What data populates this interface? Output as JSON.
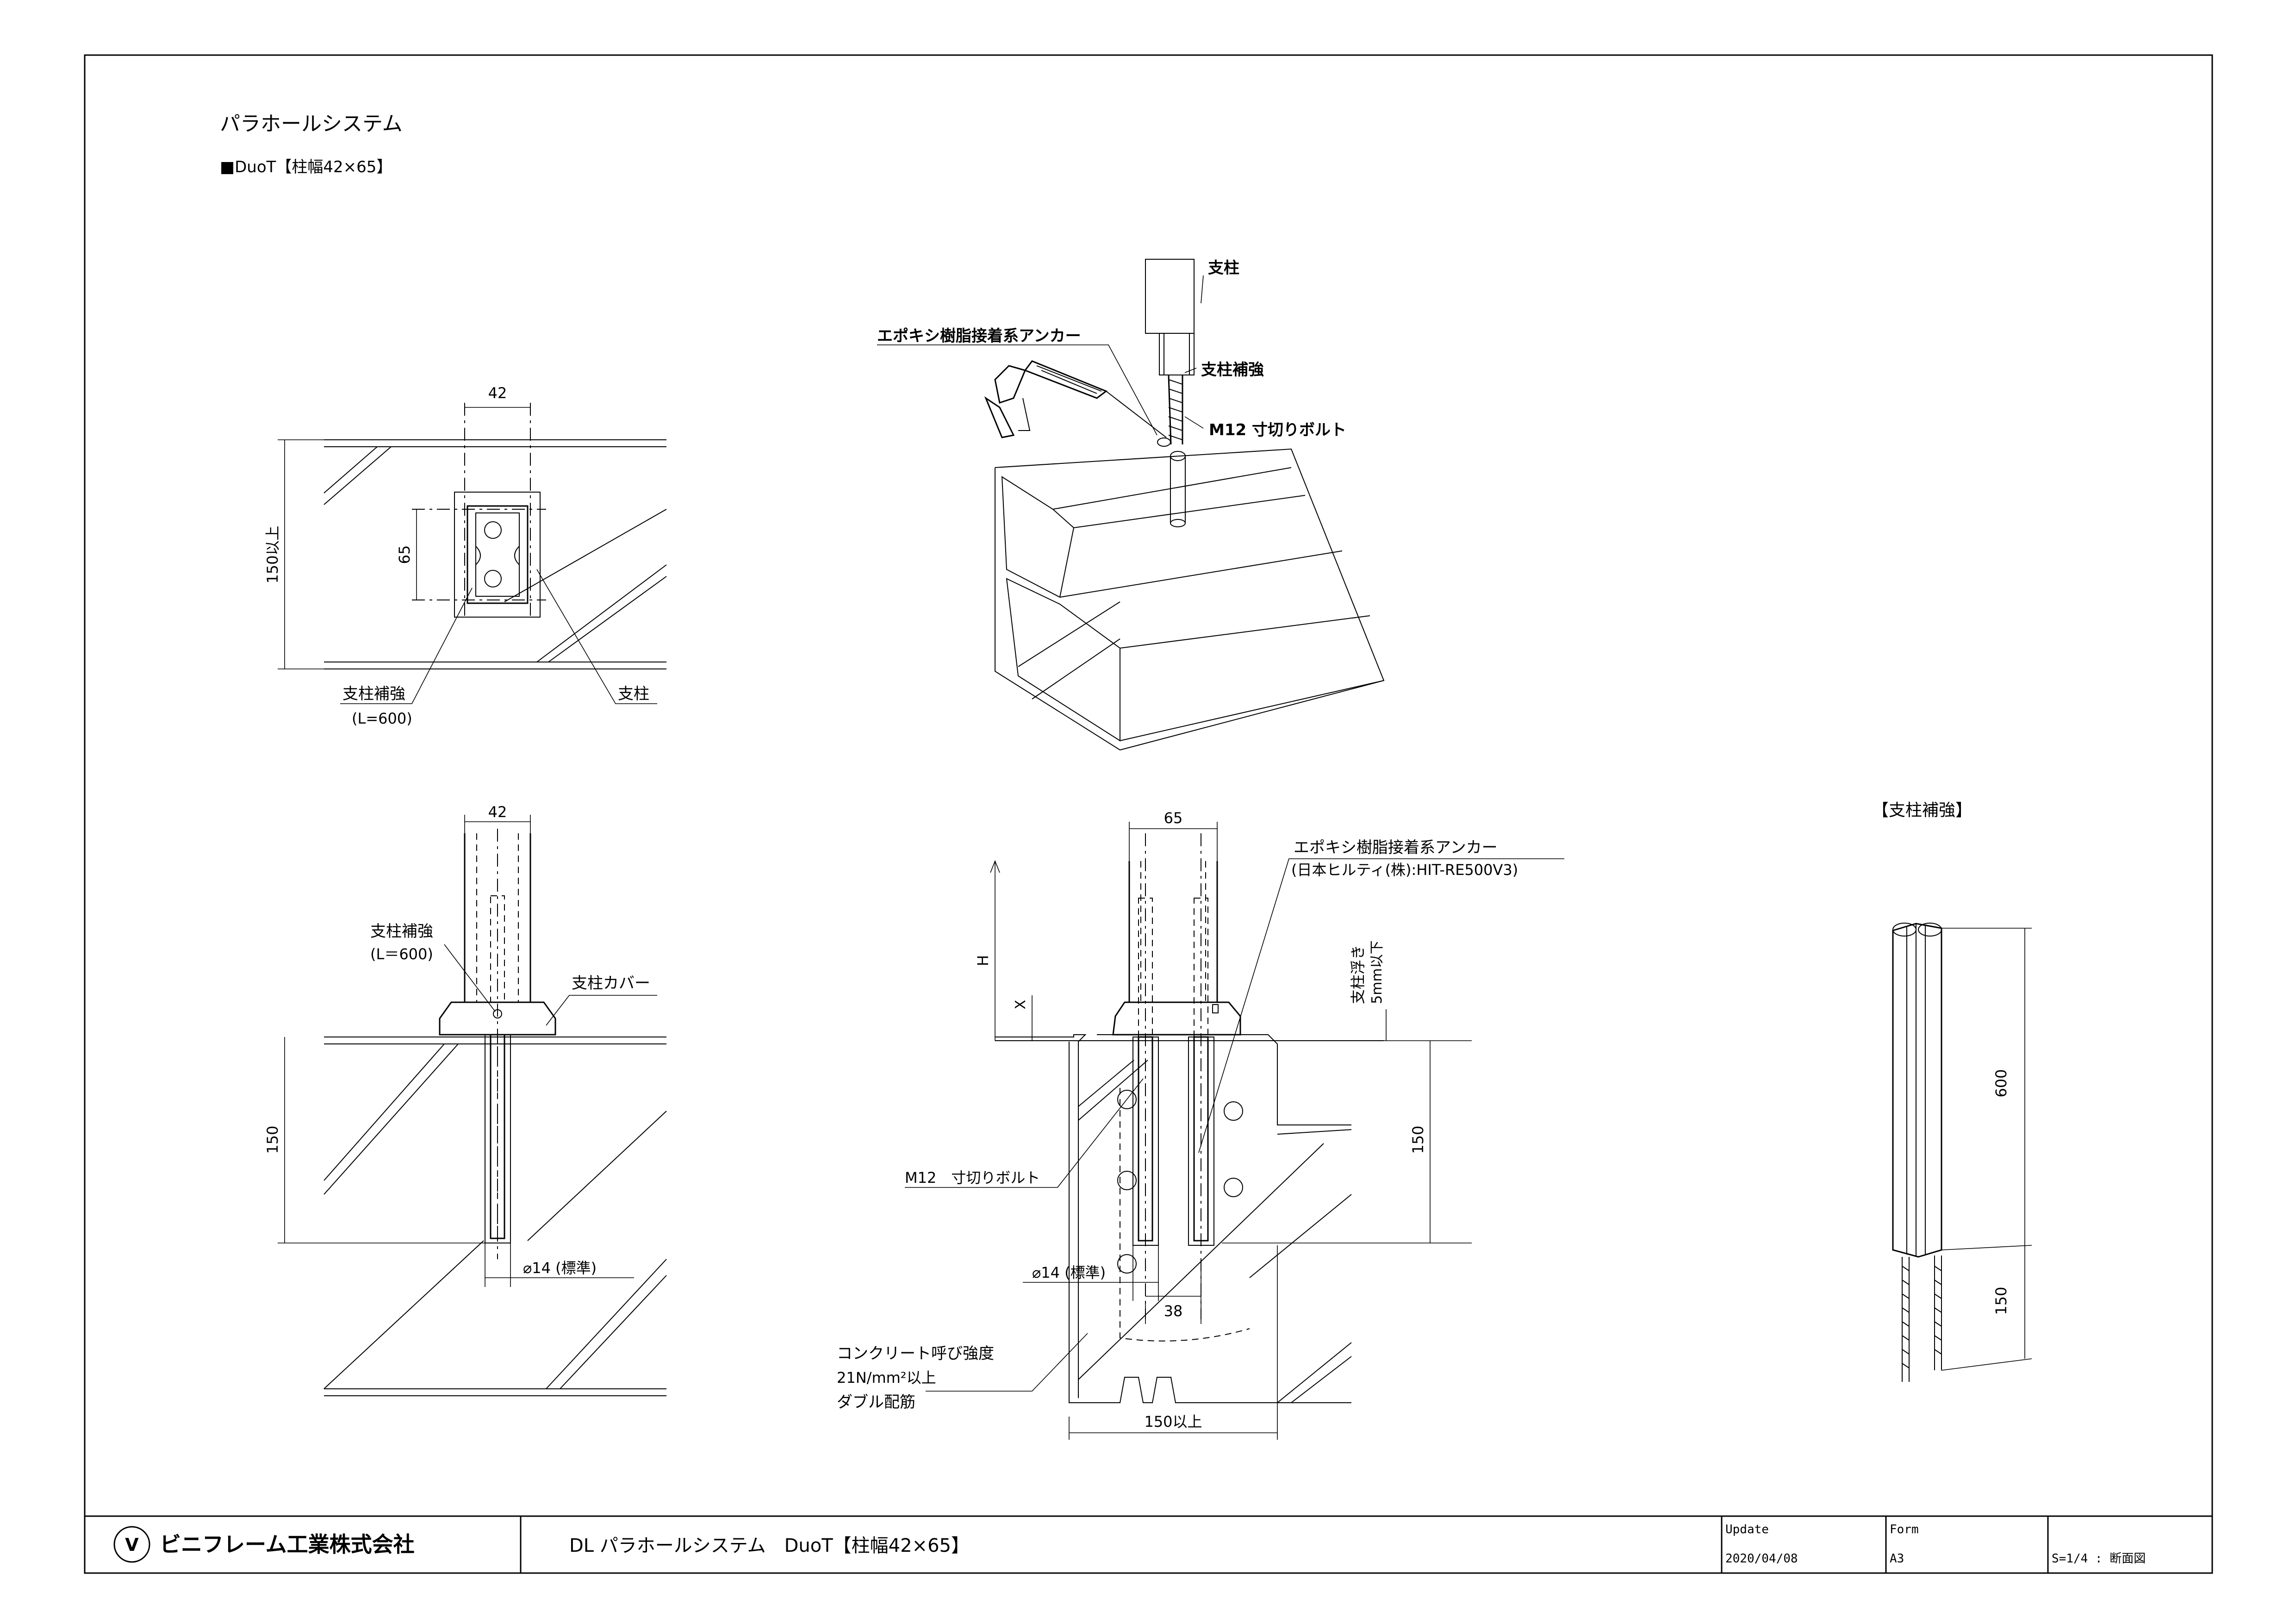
{
  "header": {
    "title": "パラホールシステム",
    "subtitle": "■DuoT【柱幅42×65】"
  },
  "plan_view": {
    "dim_width": "42",
    "dim_depth": "65",
    "dim_edge": "150以上",
    "label_reinforcement": "支柱補強",
    "label_reinforcement_length": "(L=600)",
    "label_post": "支柱"
  },
  "iso_view": {
    "label_post": "支柱",
    "label_anchor": "エポキシ樹脂接着系アンカー",
    "label_reinforcement": "支柱補強",
    "label_bolt": "M12 寸切りボルト"
  },
  "section_left": {
    "dim_width": "42",
    "label_reinforcement": "支柱補強",
    "label_reinforcement_length": "(L＝600)",
    "label_cover": "支柱カバー",
    "dim_depth": "150",
    "dim_hole": "⌀14 (標準)"
  },
  "section_right": {
    "dim_width": "65",
    "label_anchor": "エポキシ樹脂接着系アンカー",
    "label_anchor_product": "(日本ヒルティ(株):HIT-RE500V3)",
    "dim_h": "H",
    "dim_x": "X",
    "label_float_1": "支柱浮き",
    "label_float_2": "5mm以下",
    "dim_depth": "150",
    "label_bolt": "M12　寸切りボルト",
    "dim_hole": "⌀14 (標準)",
    "dim_gap": "38",
    "label_concrete_1": "コンクリート呼び強度",
    "label_concrete_2": "21N/mm²以上",
    "label_concrete_3": "ダブル配筋",
    "dim_edge": "150以上"
  },
  "detail_view": {
    "title": "【支柱補強】",
    "dim_length": "600",
    "dim_embed": "150"
  },
  "title_block": {
    "company": "ビニフレーム工業株式会社",
    "drawing_title": "DL パラホールシステム　DuoT【柱幅42×65】",
    "update_label": "Update",
    "update_value": "2020/04/08",
    "form_label": "Form",
    "form_value": "A3",
    "scale": "S=1/4 : 断面図"
  }
}
